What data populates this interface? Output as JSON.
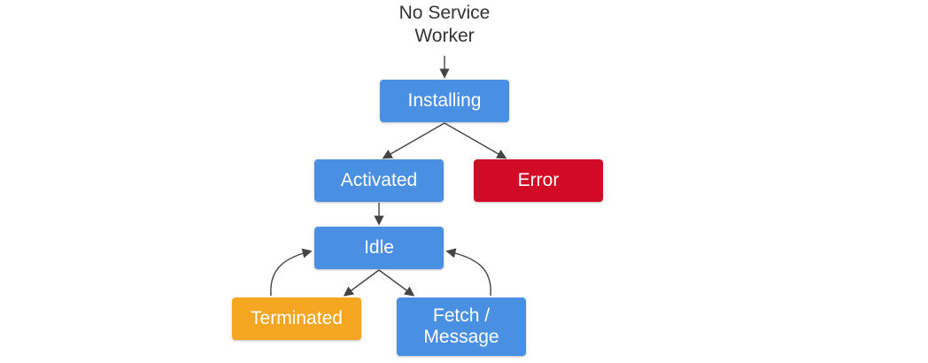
{
  "diagram": {
    "start_label": "No Service\nWorker",
    "nodes": {
      "installing": "Installing",
      "activated": "Activated",
      "error": "Error",
      "idle": "Idle",
      "terminated": "Terminated",
      "fetch_message": "Fetch /\nMessage"
    },
    "colors": {
      "state_blue": "#4a90e2",
      "error_red": "#d10a26",
      "terminated_orange": "#f5a623",
      "edge": "#444444"
    },
    "edges": [
      [
        "No Service Worker",
        "Installing"
      ],
      [
        "Installing",
        "Activated"
      ],
      [
        "Installing",
        "Error"
      ],
      [
        "Activated",
        "Idle"
      ],
      [
        "Idle",
        "Terminated"
      ],
      [
        "Idle",
        "Fetch / Message"
      ],
      [
        "Terminated",
        "Idle"
      ],
      [
        "Fetch / Message",
        "Idle"
      ]
    ]
  }
}
